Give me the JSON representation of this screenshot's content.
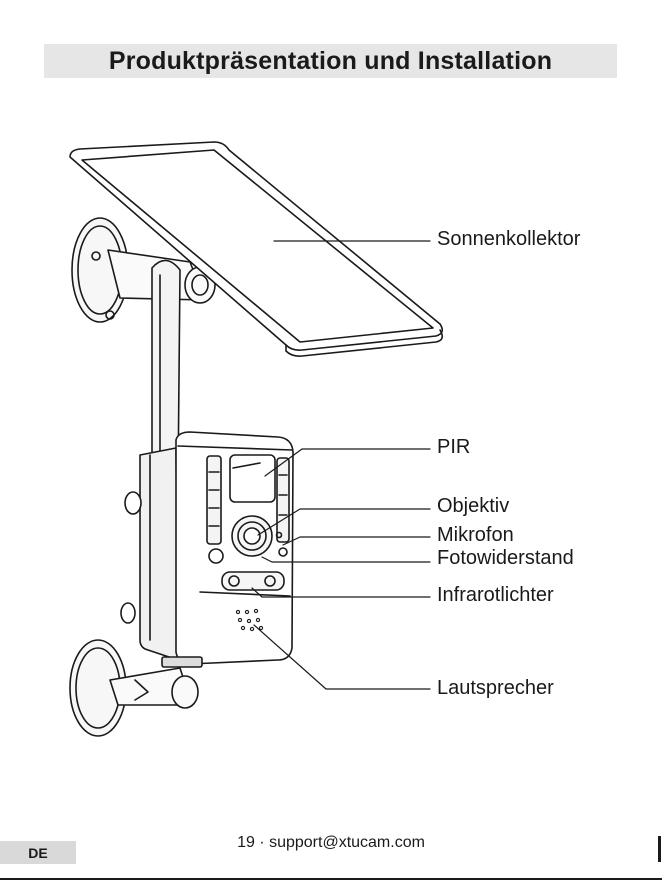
{
  "header": {
    "title": "Produktpräsentation und Installation"
  },
  "callouts": {
    "solar_panel": "Sonnenkollektor",
    "pir": "PIR",
    "lens": "Objektiv",
    "microphone": "Mikrofon",
    "photoresistor": "Fotowiderstand",
    "infrared_leds": "Infrarotlichter",
    "speaker": "Lautsprecher"
  },
  "footer": {
    "page_info": "19 · support@xtucam.com",
    "language": "DE"
  }
}
